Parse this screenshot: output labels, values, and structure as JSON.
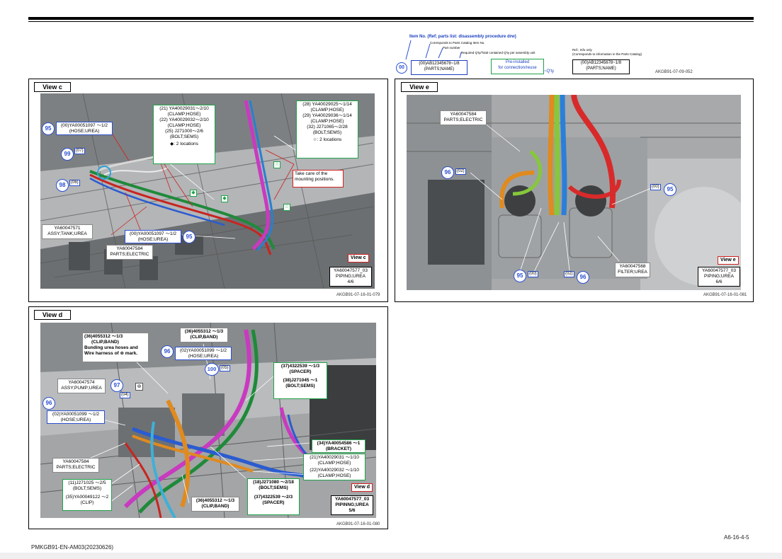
{
  "legend": {
    "title": "Item No. (Ref; parts list: disassembly procedure drw)",
    "line1": "Corresponds to Parts Catalog Item No.",
    "line2": "Part number",
    "line3": "Required Q'ty/Total contained Q'ty per assembly unit",
    "circle": "00",
    "code_line1": "(00)AB12345678~1/8",
    "code_line2": "(PARTS;NAME)",
    "preinstalled_line1": "Pre-installed",
    "preinstalled_line2": "for connection/reuse",
    "qty_label": "~Q'ty",
    "ref_line1": "Ref.; Info only",
    "ref_line2": "(Corresponds to information in the Parts Catalog)",
    "ref_code_line1": "(00)AB12345678~1/8",
    "ref_code_line2": "(PARTS;NAME)",
    "fig_id": "AKGB91-07-09-052"
  },
  "view_c": {
    "title": "View c",
    "box_top": {
      "l1": "(21) YA40029031～2/10",
      "l2": "(CLAMP;HOSE)",
      "l3": "(22) YA40029032～2/10",
      "l4": "(CLAMP;HOSE)",
      "l5": "(25) J271000～2/6",
      "l6": "(BOLT;SEMS)",
      "l7": "◆: 2 locations"
    },
    "box_right": {
      "l1": "(28) YA40029025～1/14",
      "l2": "(CLAMP;HOSE)",
      "l3": "(29) YA40029036～1/14",
      "l4": "(CLAMP;HOSE)",
      "l5": "(32) J271065～2/28",
      "l6": "(BOLT;SEMS)",
      "l7": "☆: 2 locations"
    },
    "caution_l1": "Take care of the",
    "caution_l2": "mounting positions.",
    "c95a_num": "95",
    "c95a_l1": "(00)YA00051097 ～1/2",
    "c95a_l2": "(HOSE;UREA)",
    "c99_num": "99",
    "c99_tag": "(07)",
    "c98_num": "98",
    "c98_tag": "(06)",
    "tank_l1": "YA60047571",
    "tank_l2": "ASSY;TANK;UREA",
    "c95b_num": "95",
    "c95b_l1": "(00)YA00051097 ～1/2",
    "c95b_l2": "(HOSE;UREA)",
    "elec_l1": "YA60047584",
    "elec_l2": "PARTS;ELECTRIC",
    "view_tag": "View c",
    "id_l1": "YA60047577_03",
    "id_l2": "PIPING;UREA",
    "id_l3": "4/6",
    "fig_id": "AKGB91-07-16-01-079",
    "mark_diamond": "◆",
    "mark_star": "☆"
  },
  "view_e": {
    "title": "View e",
    "elec_l1": "YA60047584",
    "elec_l2": "PARTS;ELECTRIC",
    "c96a_num": "96",
    "c96a_tag": "(02)",
    "c95a_num": "95",
    "c95a_tag": "(00)",
    "c95b_num": "95",
    "c95b_tag": "(00)",
    "c96b_num": "96",
    "c96b_tag": "(02)",
    "filter_l1": "YA60047568",
    "filter_l2": "FILTER;UREA",
    "view_tag": "View e",
    "id_l1": "YA60047577_03",
    "id_l2": "PIPING;UREA",
    "id_l3": "6/6",
    "fig_id": "AKGB91-07-16-01-081"
  },
  "view_d": {
    "title": "View d",
    "clip1_l1": "(36)4055312 ～1/3",
    "clip1_l2": "(CLIP,BAND)",
    "clip1_l3": "Bunding urea hoses and",
    "clip1_l4": "Wire harness of ⊚ mark.",
    "clip2_l1": "(36)4055312 ～1/3",
    "clip2_l2": "(CLIP,BAND)",
    "c96a_num": "96",
    "c96a_l1": "(02)YA00051099 ～1/2",
    "c96a_l2": "(HOSE;UREA)",
    "c100_num": "100",
    "c100_tag": "(05)",
    "spacer_l1": "(37)4322539 ～1/3",
    "spacer_l2": "(SPACER)",
    "spacer_l3": "(38)J271045 ～1",
    "spacer_l4": "(BOLT;SEMS)",
    "pump_l1": "YA60047574",
    "pump_l2": "ASSY;PUMP;UREA",
    "c97_num": "97",
    "c97_tag": "(04)",
    "c96b_num": "96",
    "c96b_l1": "(02)YA00051099 ～1/2",
    "c96b_l2": "(HOSE;UREA)",
    "bracket_l1": "(34)YA40054586 ～1",
    "bracket_l2": "(BRACKET)",
    "clamp_l1": "(21)YA40029031 ～1/10",
    "clamp_l2": "(CLAMP;HOSE)",
    "clamp_l3": "(22)YA40029032 ～1/10",
    "clamp_l4": "(CLAMP;HOSE)",
    "elec_l1": "YA60047584",
    "elec_l2": "PARTS;ELECTRIC",
    "bolt_l1": "(11)J271025 ～2/5",
    "bolt_l2": "(BOLT;SEMS)",
    "bolt_l3": "(35)YA00049122 ～2",
    "bolt_l4": "(CLIP)",
    "mid_l1": "(18)J271080 ～2/18",
    "mid_l2": "(BOLT;SEMS)",
    "mid_l3": "(37)4322539 ～2/3",
    "mid_l4": "(SPACER)",
    "clip3_l1": "(36)4055312 ～1/3",
    "clip3_l2": "(CLIP,BAND)",
    "view_tag": "View d",
    "id_l1": "YA60047577_03",
    "id_l2": "PIPINNG;UREA",
    "id_l3": "5/6",
    "fig_id": "AKGB91-07-16-01-080",
    "mark": "⊚"
  },
  "footer": {
    "doc_id": "PMKGB91-EN-AM03(20230626)",
    "page": "A6-16-4-5"
  }
}
